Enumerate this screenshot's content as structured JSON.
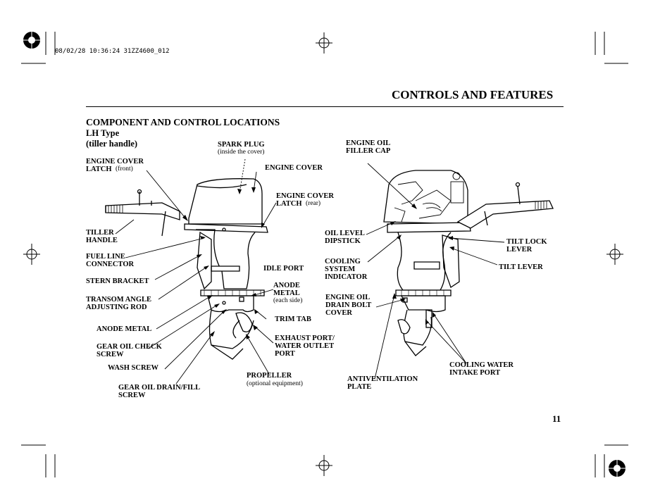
{
  "stamp": "08/02/28 10:36:24 31ZZ4600_012",
  "section_title": "CONTROLS AND FEATURES",
  "component_title": "COMPONENT AND CONTROL LOCATIONS",
  "type_label": "LH Type",
  "type_sub": "(tiller handle)",
  "page_number": "11",
  "left_labels": {
    "spark_plug": "SPARK PLUG",
    "spark_plug_sub": "(inside the cover)",
    "engine_cover_latch_front": "ENGINE COVER",
    "engine_cover_latch_front_2": "LATCH",
    "engine_cover_latch_front_sub": "(front)",
    "engine_cover": "ENGINE COVER",
    "engine_cover_latch_rear": "ENGINE COVER",
    "engine_cover_latch_rear_2": "LATCH",
    "engine_cover_latch_rear_sub": "(rear)",
    "tiller_handle": "TILLER\nHANDLE",
    "fuel_line_connector": "FUEL LINE\nCONNECTOR",
    "idle_port": "IDLE PORT",
    "stern_bracket": "STERN BRACKET",
    "anode_metal_side": "ANODE\nMETAL",
    "anode_metal_side_sub": "(each side)",
    "transom_angle": "TRANSOM ANGLE\nADJUSTING ROD",
    "trim_tab": "TRIM TAB",
    "anode_metal": "ANODE METAL",
    "exhaust_port": "EXHAUST PORT/\nWATER OUTLET\nPORT",
    "gear_oil_check": "GEAR OIL CHECK\nSCREW",
    "wash_screw": "WASH SCREW",
    "propeller": "PROPELLER",
    "propeller_sub": "(optional equipment)",
    "gear_oil_drain": "GEAR OIL DRAIN/FILL\nSCREW"
  },
  "right_labels": {
    "engine_oil_filler": "ENGINE OIL\nFILLER CAP",
    "oil_level_dipstick": "OIL LEVEL\nDIPSTICK",
    "tilt_lock_lever": "TILT LOCK\nLEVER",
    "cooling_system_indicator": "COOLING\nSYSTEM\nINDICATOR",
    "tilt_lever": "TILT LEVER",
    "engine_oil_drain": "ENGINE OIL\nDRAIN BOLT\nCOVER",
    "cooling_water_intake": "COOLING WATER\nINTAKE PORT",
    "antiventilation_plate": "ANTIVENTILATION\nPLATE"
  }
}
